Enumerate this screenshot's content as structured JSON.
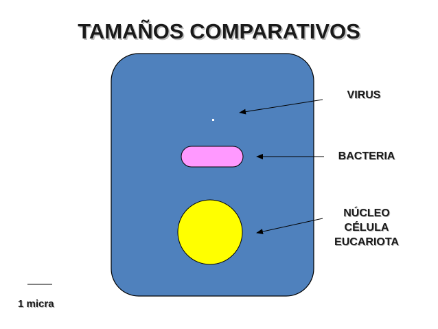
{
  "title": "TAMAÑOS COMPARATIVOS",
  "labels": {
    "virus": "VIRUS",
    "bacteria": "BACTERIA",
    "nucleus_line1": "NÚCLEO",
    "nucleus_line2": "CÉLULA",
    "nucleus_line3": "EUCARIOTA"
  },
  "scale": {
    "label": "1 micra"
  },
  "colors": {
    "cell": "#4f81bd",
    "cell_border": "#000000",
    "bacteria": "#ff99ff",
    "nucleus": "#ffff00",
    "virus": "#ffffff"
  }
}
